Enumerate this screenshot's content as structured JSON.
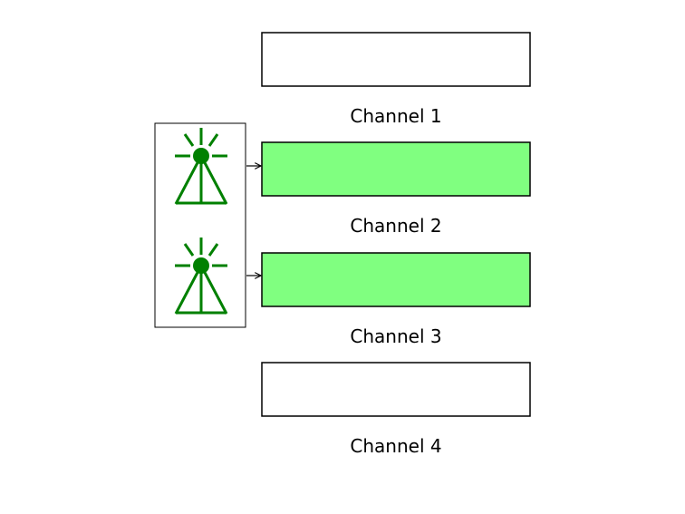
{
  "colors": {
    "active_fill": "#80ff80",
    "inactive_fill": "#ffffff",
    "stroke": "#000000",
    "icon_green": "#008000"
  },
  "channels": [
    {
      "label": "Channel 1",
      "active": false
    },
    {
      "label": "Channel 2",
      "active": true
    },
    {
      "label": "Channel 3",
      "active": true
    },
    {
      "label": "Channel 4",
      "active": false
    }
  ],
  "icons": [
    {
      "name": "light-beacon-icon",
      "target_channel": 2
    },
    {
      "name": "light-beacon-icon",
      "target_channel": 3
    }
  ]
}
